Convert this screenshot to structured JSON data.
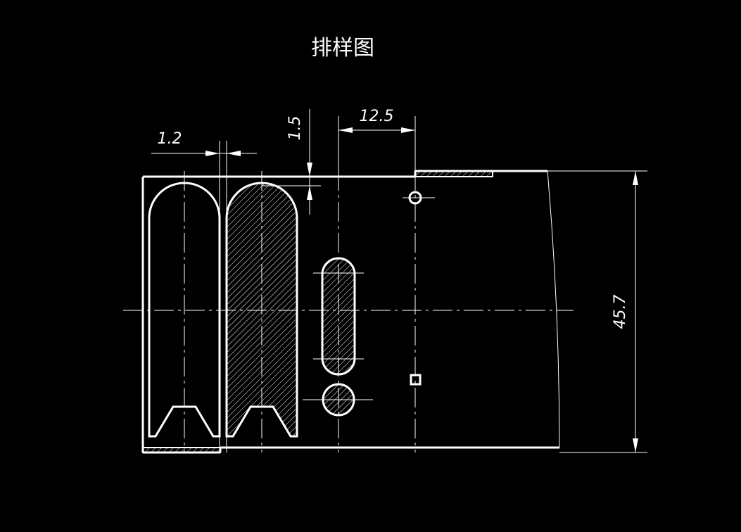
{
  "drawing": {
    "title": "排样图",
    "colors": {
      "background": "#000000",
      "lines": "#ffffff"
    },
    "dimensions": {
      "gap": "1.2",
      "edge_margin": "1.5",
      "pitch": "12.5",
      "strip_width": "45.7"
    }
  }
}
